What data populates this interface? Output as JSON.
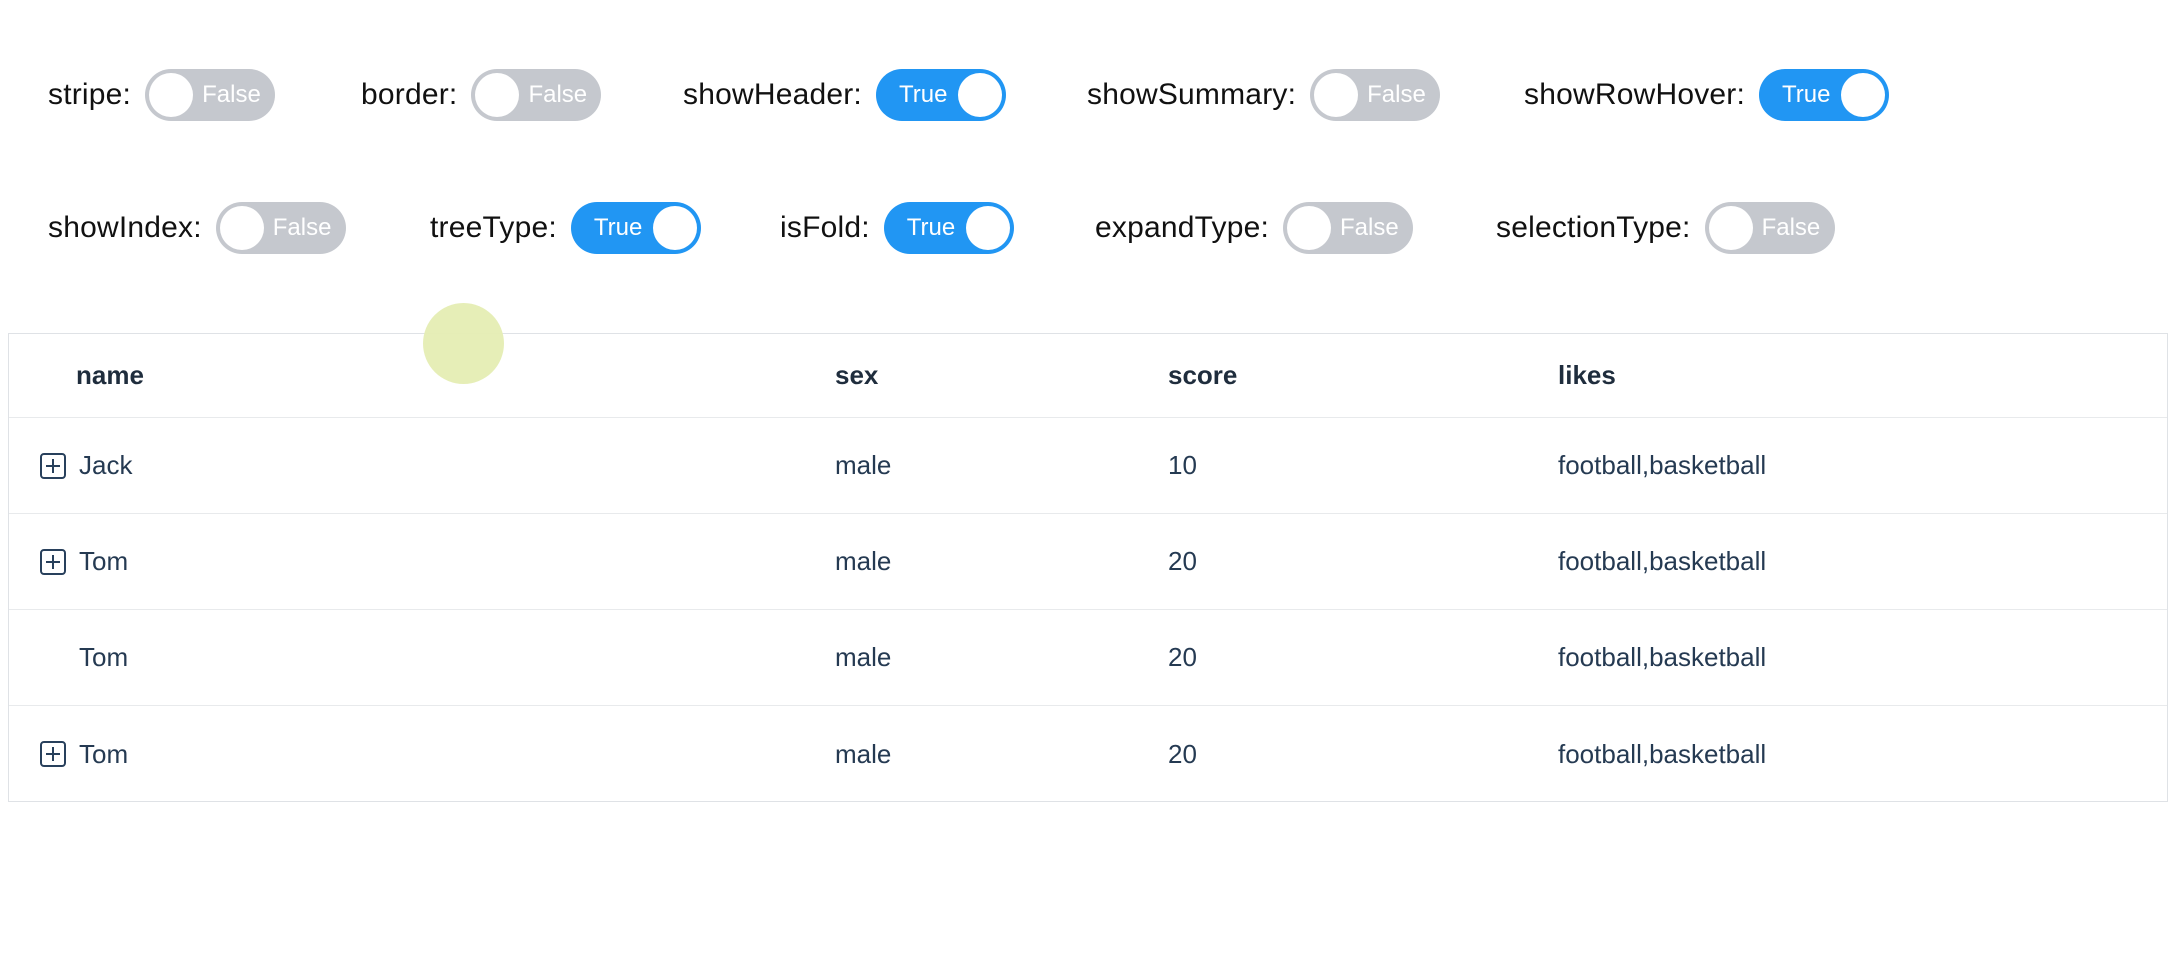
{
  "controls": {
    "rows": [
      {
        "items": [
          {
            "label": "stripe:",
            "value": "False",
            "state": "off"
          },
          {
            "label": "border:",
            "value": "False",
            "state": "off"
          },
          {
            "label": "showHeader:",
            "value": "True",
            "state": "on"
          },
          {
            "label": "showSummary:",
            "value": "False",
            "state": "off"
          },
          {
            "label": "showRowHover:",
            "value": "True",
            "state": "on"
          }
        ]
      },
      {
        "items": [
          {
            "label": "showIndex:",
            "value": "False",
            "state": "off"
          },
          {
            "label": "treeType:",
            "value": "True",
            "state": "on"
          },
          {
            "label": "isFold:",
            "value": "True",
            "state": "on"
          },
          {
            "label": "expandType:",
            "value": "False",
            "state": "off"
          },
          {
            "label": "selectionType:",
            "value": "False",
            "state": "off"
          }
        ]
      }
    ],
    "colors": {
      "switch_on": "#2196f3",
      "switch_off": "#c5c8ce",
      "switch_text": "#ffffff"
    }
  },
  "table": {
    "columns": [
      "name",
      "sex",
      "score",
      "likes"
    ],
    "rows": [
      {
        "name": "Jack",
        "sex": "male",
        "score": "10",
        "likes": "football,basketball",
        "expandable": true
      },
      {
        "name": "Tom",
        "sex": "male",
        "score": "20",
        "likes": "football,basketball",
        "expandable": true
      },
      {
        "name": "Tom",
        "sex": "male",
        "score": "20",
        "likes": "football,basketball",
        "expandable": false
      },
      {
        "name": "Tom",
        "sex": "male",
        "score": "20",
        "likes": "football,basketball",
        "expandable": true
      }
    ],
    "colors": {
      "text": "#253a52",
      "header_text": "#1f2d3d",
      "border": "#e8eaec"
    }
  },
  "click_indicator": {
    "color": "#e5edb3"
  }
}
